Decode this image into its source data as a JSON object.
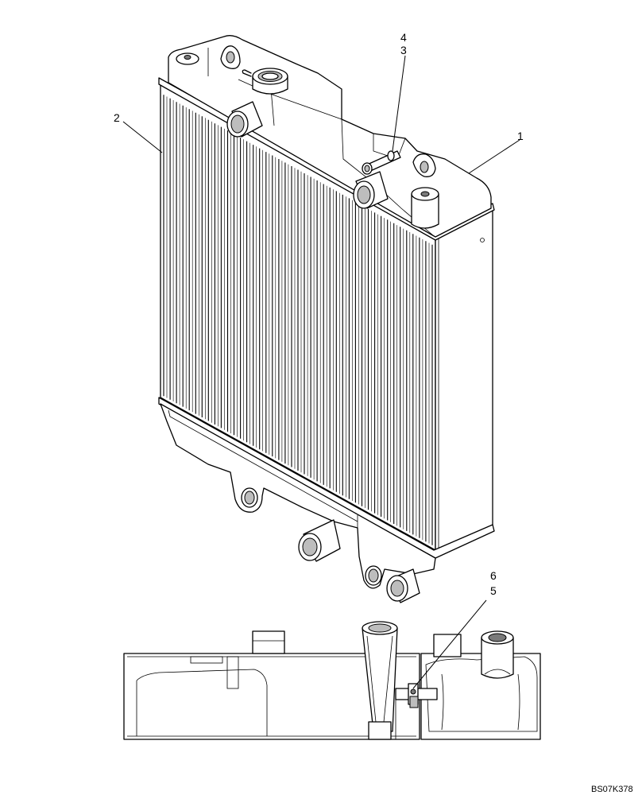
{
  "callouts": {
    "c1": "1",
    "c2": "2",
    "c3": "3",
    "c4": "4",
    "c5": "5",
    "c6": "6"
  },
  "drawing_code": "BS07K378"
}
